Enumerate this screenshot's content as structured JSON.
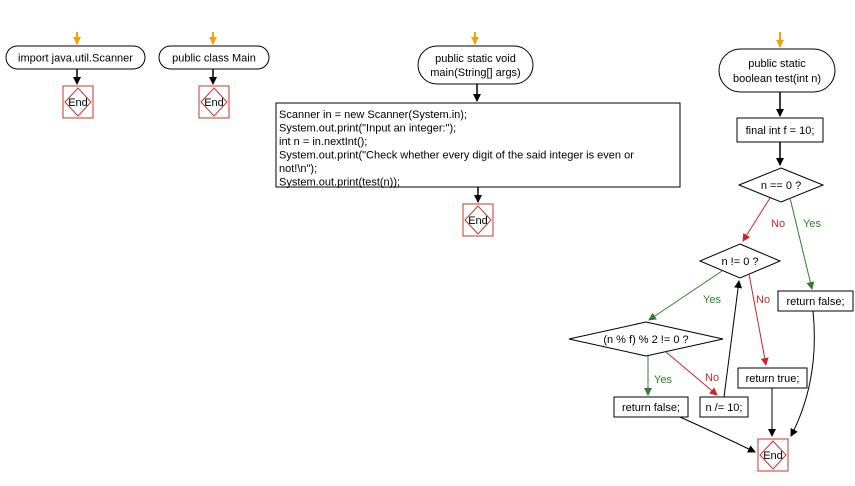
{
  "colors": {
    "start_marker": "#f5a300",
    "end_border": "#c0392b",
    "yes_path": "#2e7d32",
    "no_path": "#c62828",
    "default_path": "#000000"
  },
  "flows": {
    "import": {
      "start_label": "import java.util.Scanner",
      "end_label": "End"
    },
    "class": {
      "start_label": "public class Main",
      "end_label": "End"
    },
    "main": {
      "start_label_line1": "public static void",
      "start_label_line2": "main(String[] args)",
      "code_lines": [
        "Scanner in = new Scanner(System.in);",
        "System.out.print(\"Input an integer:\");",
        "int n = in.nextInt();",
        "System.out.print(\"Check whether every digit of the said integer is even or",
        "not!\\n\");",
        "System.out.print(test(n));"
      ],
      "end_label": "End"
    },
    "test": {
      "start_label_line1": "public static",
      "start_label_line2": "boolean test(int n)",
      "init": "final int f = 10;",
      "decision_zero": "n == 0 ?",
      "decision_loop": "n != 0 ?",
      "decision_digit": "(n % f) % 2 != 0 ?",
      "return_false_a": "return false;",
      "return_false_b": "return false;",
      "divide": "n /= 10;",
      "return_true": "return true;",
      "end_label": "End",
      "yes_label": "Yes",
      "no_label": "No"
    }
  }
}
